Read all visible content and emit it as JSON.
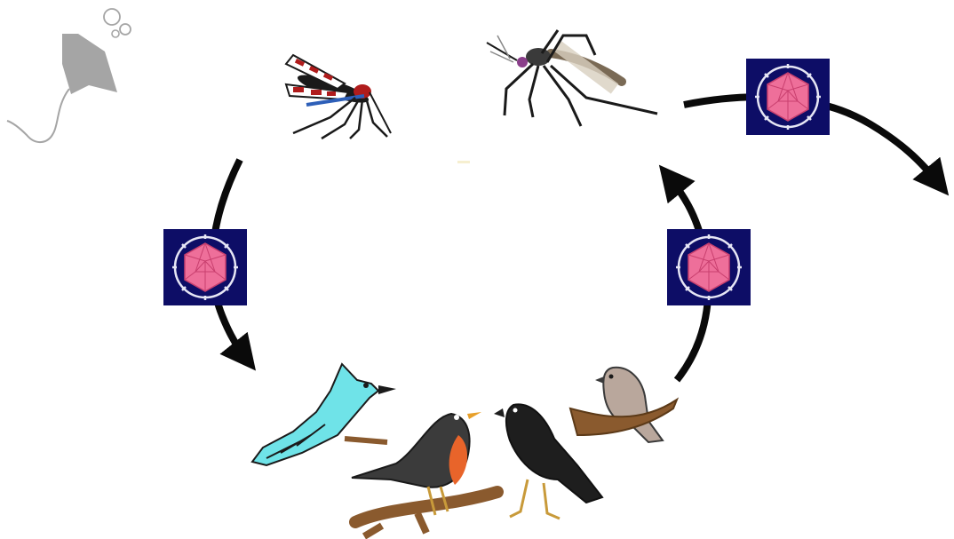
{
  "diagram": {
    "type": "transmission-cycle",
    "nodes": [
      {
        "id": "mosquito-culex",
        "icon": "mosquito-icon"
      },
      {
        "id": "mosquito-aedes",
        "icon": "mosquito-icon"
      },
      {
        "id": "birds",
        "icon": "bird-icon"
      },
      {
        "id": "stingray-decor",
        "icon": "stingray-icon"
      }
    ],
    "virus_badges": [
      {
        "icon": "virus-icon",
        "on_edge": "mosquito-to-birds"
      },
      {
        "icon": "virus-icon",
        "on_edge": "birds-to-mosquito"
      },
      {
        "icon": "virus-icon",
        "on_edge": "mosquito-to-outside"
      }
    ],
    "edges": [
      {
        "id": "mosquito-to-birds",
        "from": "mosquito-culex",
        "to": "birds"
      },
      {
        "id": "birds-to-mosquito",
        "from": "birds",
        "to": "mosquito-aedes"
      },
      {
        "id": "mosquito-to-outside",
        "from": "mosquito-aedes",
        "to": "offscreen-right"
      }
    ],
    "colors": {
      "badge_bg": "#0d0d66",
      "virus_pink": "#ee6f9a",
      "virus_dark": "#c83f6e",
      "arrow": "#0a0a0a",
      "blue_jay": "#6fe3e8",
      "robin_breast": "#e8642a",
      "crow": "#1e1e1e",
      "sparrow": "#b9a79c",
      "branch": "#8a5a2e",
      "mosquito_red": "#b01c1c",
      "stingray": "#a5a5a5"
    }
  }
}
